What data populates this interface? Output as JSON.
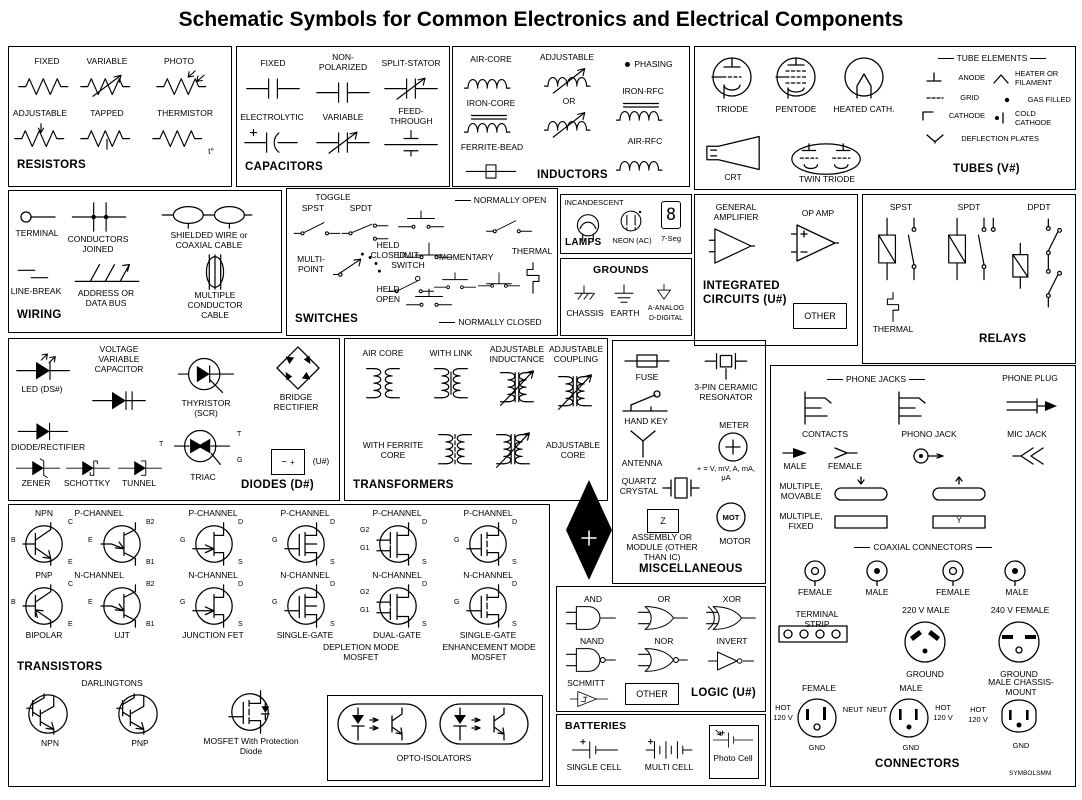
{
  "title": "Schematic Symbols for Common Electronics and Electrical Components",
  "watermark": "SYMBOLSMM",
  "resistors": {
    "label": "RESISTORS",
    "fixed": "FIXED",
    "variable": "VARIABLE",
    "photo": "PHOTO",
    "adjustable": "ADJUSTABLE",
    "tapped": "TAPPED",
    "thermistor": "THERMISTOR",
    "t_note": "t°"
  },
  "capacitors": {
    "label": "CAPACITORS",
    "fixed": "FIXED",
    "non_polarized": "NON-POLARIZED",
    "split_stator": "SPLIT-STATOR",
    "electrolytic": "ELECTROLYTIC",
    "variable": "VARIABLE",
    "feed_through": "FEED-THROUGH"
  },
  "inductors": {
    "label": "INDUCTORS",
    "air_core": "AIR-CORE",
    "adjustable": "ADJUSTABLE",
    "or_word": "OR",
    "phasing": "PHASING",
    "iron_core": "IRON-CORE",
    "iron_rfc": "IRON-RFC",
    "ferrite_bead": "FERRITE-BEAD",
    "air_rfc": "AIR-RFC"
  },
  "tubes": {
    "label": "TUBES  (V#)",
    "triode": "TRIODE",
    "pentode": "PENTODE",
    "heated_cath": "HEATED CATH.",
    "elements_header": "TUBE ELEMENTS",
    "anode": "ANODE",
    "heater": "HEATER OR FILAMENT",
    "grid": "GRID",
    "gas_filled": "GAS FILLED",
    "cathode": "CATHODE",
    "cold_cathode": "COLD CATHODE",
    "deflection": "DEFLECTION PLATES",
    "crt": "CRT",
    "twin_triode": "TWIN TRIODE"
  },
  "wiring": {
    "label": "WIRING",
    "terminal": "TERMINAL",
    "conductors_joined": "CONDUCTORS JOINED",
    "shielded": "SHIELDED WIRE or COAXIAL CABLE",
    "line_break": "LINE-BREAK",
    "bus": "ADDRESS OR DATA BUS",
    "multi_cable": "MULTIPLE CONDUCTOR CABLE"
  },
  "switches": {
    "label": "SWITCHES",
    "toggle": "TOGGLE",
    "spst": "SPST",
    "spdt": "SPDT",
    "normally_open": "NORMALLY OPEN",
    "held_closed": "HELD CLOSED",
    "multi_point": "MULTI-POINT",
    "limit_switch": "LIMIT SWITCH",
    "momentary": "MOMENTARY",
    "thermal": "THERMAL",
    "held_open": "HELD OPEN",
    "normally_closed": "NORMALLY CLOSED"
  },
  "lamps": {
    "label": "LAMPS",
    "incandescent": "INCANDESCENT",
    "neon": "NEON (AC)",
    "seven_seg": "7-Seg",
    "seg_digit": "8"
  },
  "grounds": {
    "label": "GROUNDS",
    "chassis": "CHASSIS",
    "earth": "EARTH",
    "analog": "A-ANALOG",
    "digital": "D-DIGITAL"
  },
  "ics": {
    "label": "INTEGRATED CIRCUITS (U#)",
    "general": "GENERAL AMPLIFIER",
    "op_amp": "OP AMP",
    "other": "OTHER"
  },
  "relays": {
    "label": "RELAYS",
    "spst": "SPST",
    "spdt": "SPDT",
    "dpdt": "DPDT",
    "thermal": "THERMAL"
  },
  "diodes": {
    "label": "DIODES  (D#)",
    "led": "LED  (DS#)",
    "vvc": "VOLTAGE VARIABLE CAPACITOR",
    "thyristor": "THYRISTOR (SCR)",
    "bridge": "BRIDGE RECTIFIER",
    "diode_rectifier": "DIODE/RECTIFIER",
    "zener": "ZENER",
    "schottky": "SCHOTTKY",
    "tunnel": "TUNNEL",
    "triac": "TRIAC",
    "u_note": "(U#)",
    "t": "T",
    "g": "G",
    "tilde": "~",
    "plus": "+"
  },
  "transformers": {
    "label": "TRANSFORMERS",
    "air_core": "AIR CORE",
    "with_link": "WITH LINK",
    "adj_inductance": "ADJUSTABLE INDUCTANCE",
    "adj_coupling": "ADJUSTABLE COUPLING",
    "ferrite_core": "WITH FERRITE CORE",
    "adj_core": "ADJUSTABLE CORE"
  },
  "misc": {
    "label": "MISCELLANEOUS",
    "fuse": "FUSE",
    "hand_key": "HAND KEY",
    "resonator": "3-PIN CERAMIC RESONATOR",
    "antenna": "ANTENNA",
    "quartz": "QUARTZ CRYSTAL",
    "meter": "METER",
    "meter_note": "+ = V, mV, A, mA, μA",
    "assembly": "ASSEMBLY OR MODULE (OTHER THAN IC)",
    "z": "Z",
    "mot": "MOT",
    "motor": "MOTOR"
  },
  "logic": {
    "label": "LOGIC (U#)",
    "and": "AND",
    "or": "OR",
    "xor": "XOR",
    "nand": "NAND",
    "nor": "NOR",
    "invert": "INVERT",
    "schmitt": "SCHMITT",
    "other": "OTHER"
  },
  "batteries": {
    "label": "BATTERIES",
    "single": "SINGLE CELL",
    "multi": "MULTI CELL",
    "photo": "Photo Cell"
  },
  "transistors": {
    "label": "TRANSISTORS",
    "npn": "NPN",
    "pnp": "PNP",
    "p_channel": "P-CHANNEL",
    "n_channel": "N-CHANNEL",
    "bipolar": "BIPOLAR",
    "ujt": "UJT",
    "junction_fet": "JUNCTION FET",
    "single_gate": "SINGLE-GATE",
    "dual_gate": "DUAL-GATE",
    "depletion": "DEPLETION MODE MOSFET",
    "enhancement": "ENHANCEMENT MODE MOSFET",
    "darlingtons": "DARLINGTONS",
    "mosfet_prot": "MOSFET With Protection Diode",
    "opto": "OPTO-ISOLATORS",
    "pins": {
      "b": "B",
      "c": "C",
      "e": "E",
      "b1": "B1",
      "b2": "B2",
      "g": "G",
      "d": "D",
      "s": "S",
      "g1": "G1",
      "g2": "G2"
    }
  },
  "connectors": {
    "label": "CONNECTORS",
    "phone_jacks": "PHONE JACKS",
    "phone_plug": "PHONE PLUG",
    "contacts": "CONTACTS",
    "male": "MALE",
    "female": "FEMALE",
    "phono_jack": "PHONO JACK",
    "mic_jack": "MIC JACK",
    "multiple_movable": "MULTIPLE, MOVABLE",
    "multiple_fixed": "MULTIPLE, FIXED",
    "coaxial": "COAXIAL CONNECTORS",
    "terminal_strip": "TERMINAL STRIP",
    "male_220": "220 V MALE",
    "female_240": "240 V FEMALE",
    "ground": "GROUND",
    "chassis_mount": "MALE CHASSIS-MOUNT",
    "hot": "HOT",
    "neut": "NEUT",
    "v120": "120 V",
    "gnd": "GND",
    "y_mark": "Y"
  },
  "ornament": {
    "glyph": "Y"
  }
}
